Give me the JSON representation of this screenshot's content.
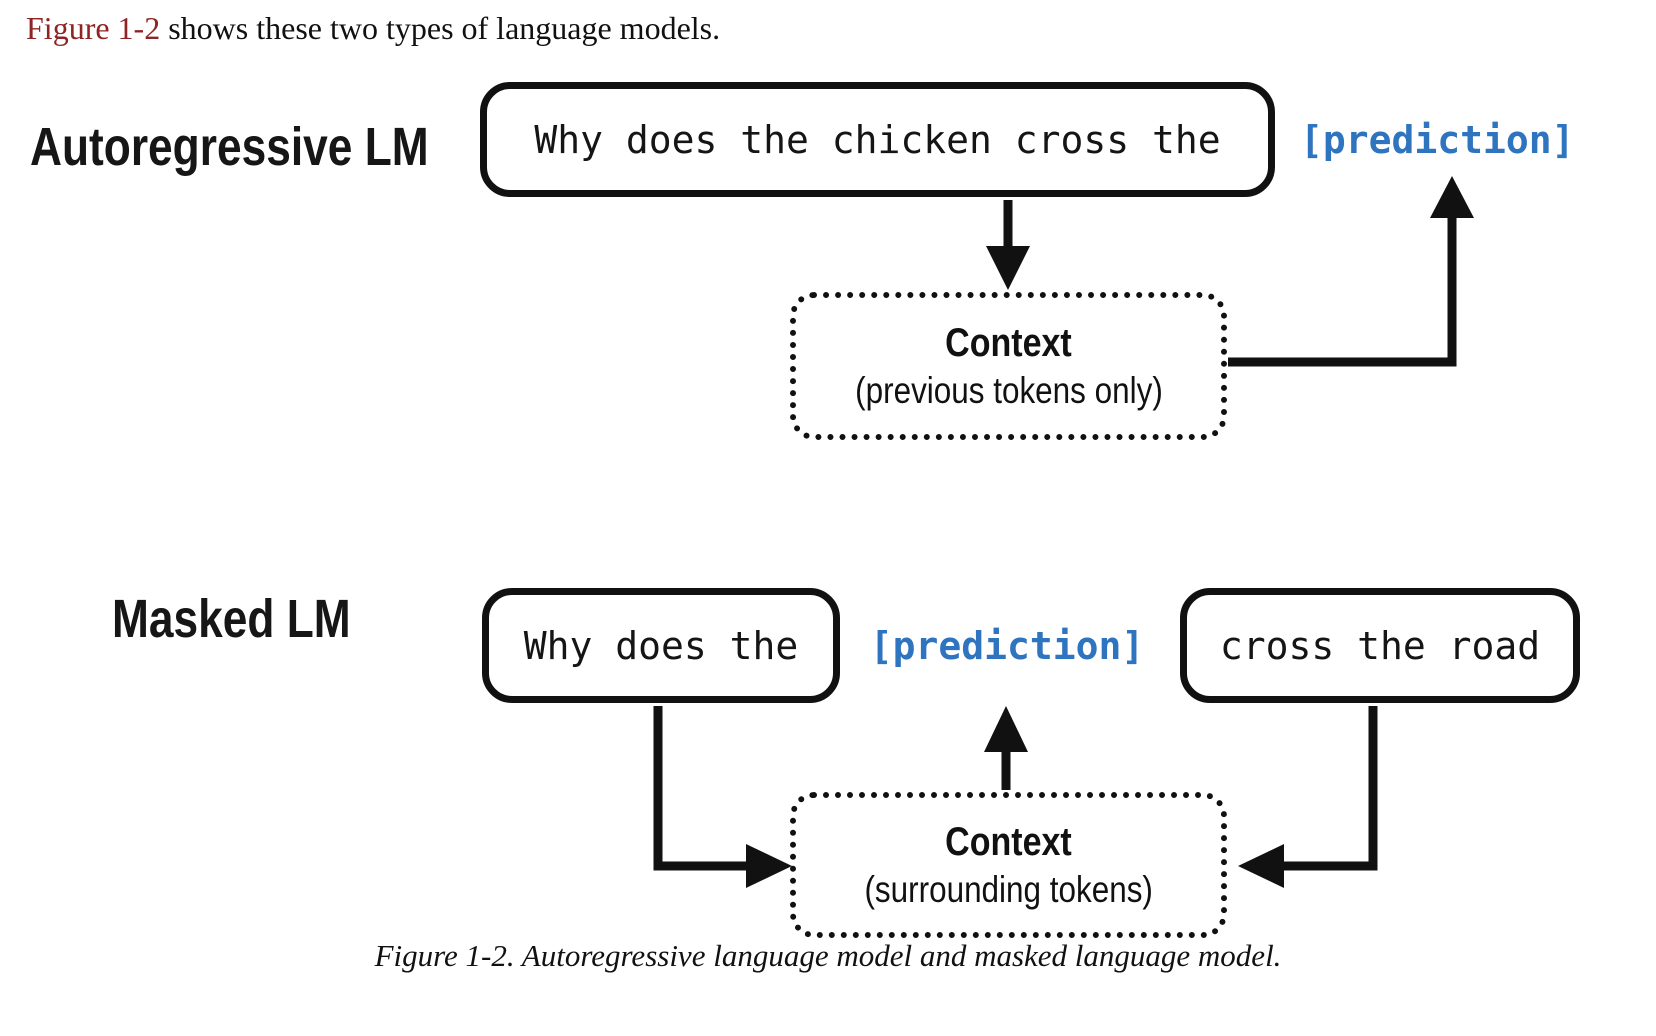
{
  "page": {
    "intro_link": "Figure 1-2",
    "intro_rest": " shows these two types of language models.",
    "caption": "Figure 1-2. Autoregressive language model and masked language model."
  },
  "colors": {
    "link_red": "#8e2424",
    "prediction_blue": "#2f74bf",
    "diagram_stroke": "#111111"
  },
  "diagram": {
    "autoregressive": {
      "label": "Autoregressive LM",
      "input_box": "Why does the chicken cross the",
      "prediction": "[prediction]",
      "context_title": "Context",
      "context_subtitle": "(previous tokens only)"
    },
    "masked": {
      "label": "Masked LM",
      "left_box": "Why does the",
      "prediction": "[prediction]",
      "right_box": "cross the road",
      "context_title": "Context",
      "context_subtitle": "(surrounding tokens)"
    }
  }
}
